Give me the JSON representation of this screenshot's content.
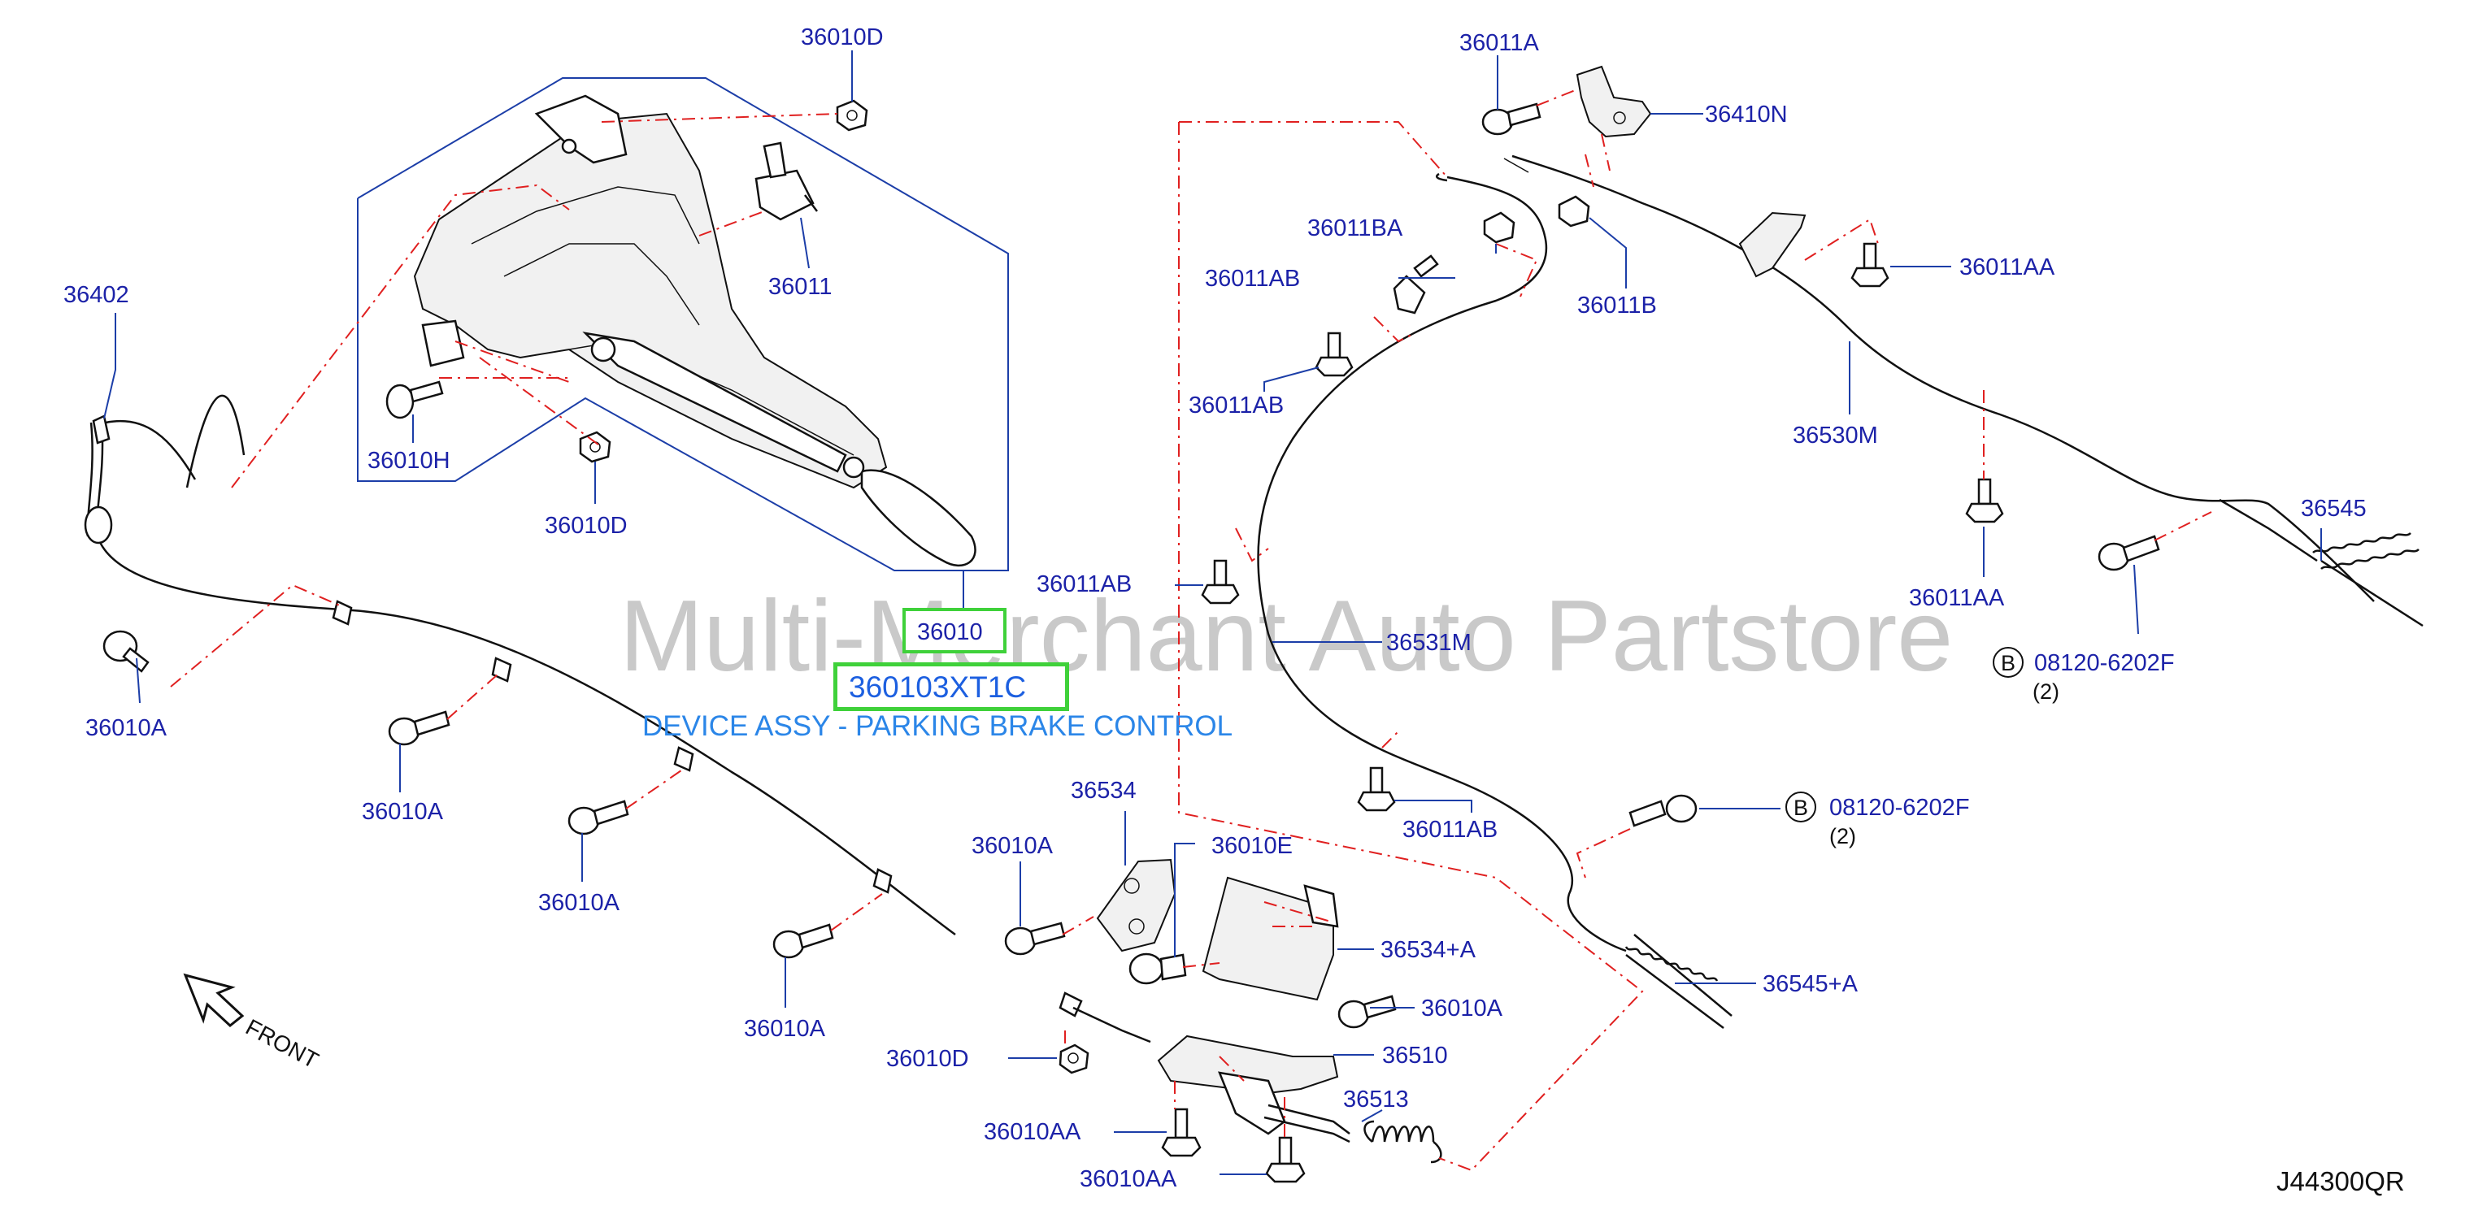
{
  "parts": {
    "p36010D_top": "36010D",
    "p36011": "36011",
    "p36010H": "36010H",
    "p36010D_left": "36010D",
    "p36402": "36402",
    "p36010A_1": "36010A",
    "p36010A_2": "36010A",
    "p36010A_3": "36010A",
    "p36010A_4": "36010A",
    "p36010": "36010",
    "p36534": "36534",
    "p36010A_5": "36010A",
    "p36010E": "36010E",
    "p36534A": "36534+A",
    "p36010A_6": "36010A",
    "p36010D_bot": "36010D",
    "p36510": "36510",
    "p36513": "36513",
    "p36010AA_1": "36010AA",
    "p36010AA_2": "36010AA",
    "p36011A": "36011A",
    "p36410N": "36410N",
    "p36011BA": "36011BA",
    "p36011AB_1": "36011AB",
    "p36011B": "36011B",
    "p36011AA_1": "36011AA",
    "p36011AB_2": "36011AB",
    "p36530M": "36530M",
    "p36545": "36545",
    "p36011AB_3": "36011AB",
    "p36011AA_2": "36011AA",
    "p36531M": "36531M",
    "p36011AB_4": "36011AB",
    "p36545A": "36545+A",
    "bolt_b1": "08120-6202F",
    "bolt_b1_qty": "(2)",
    "bolt_b2": "08120-6202F",
    "bolt_b2_qty": "(2)",
    "b_marker": "B"
  },
  "highlight": {
    "part_number": "360103XT1C",
    "description": "DEVICE ASSY - PARKING BRAKE CONTROL",
    "color": "#3fd13a"
  },
  "watermark": "Multi-Merchant Auto Partstore",
  "front_label": "FRONT",
  "diagram_code": "J44300QR",
  "colors": {
    "label": "#1c22a8",
    "dash": "#e02020",
    "highlight": "#3fd13a",
    "watermark": "#c9c9c9"
  }
}
